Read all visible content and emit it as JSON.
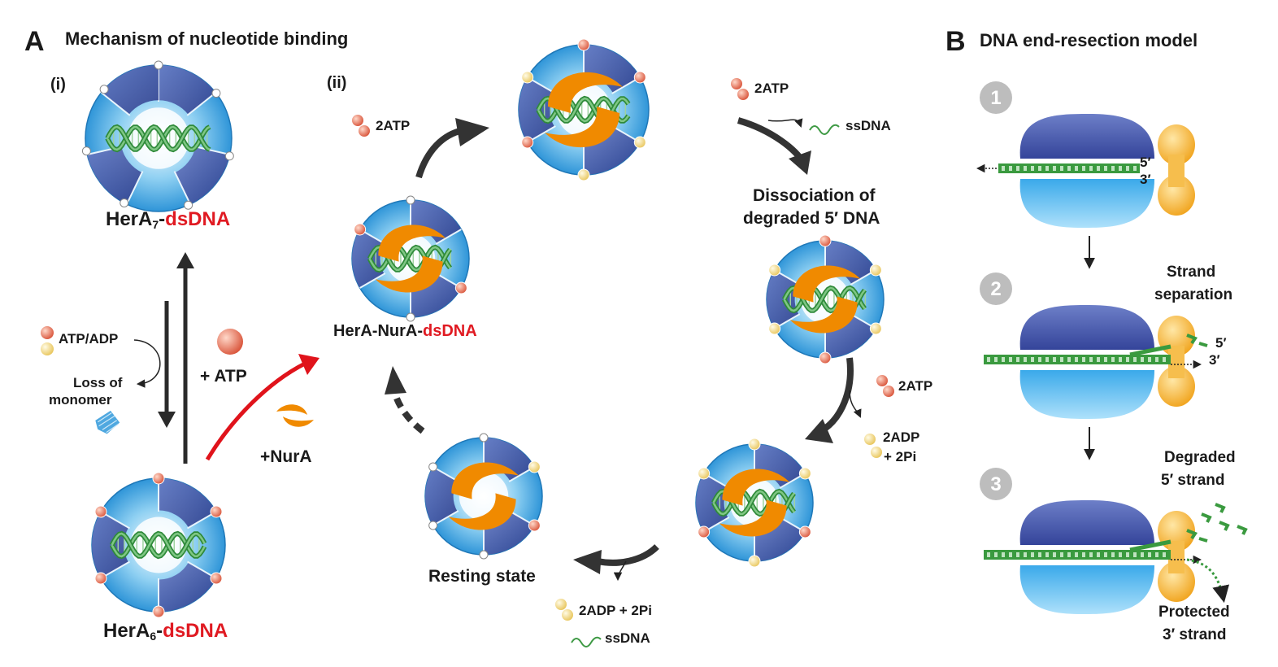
{
  "panel_a": {
    "letter": "A",
    "title": "Mechanism of nucleotide binding",
    "sub_i": "(i)",
    "sub_ii": "(ii)"
  },
  "panel_b": {
    "letter": "B",
    "title": "DNA end-resection model",
    "steps": [
      "1",
      "2",
      "3"
    ],
    "labels": {
      "p5": "5′",
      "p3": "3′",
      "strand_sep_1": "Strand",
      "strand_sep_2": "separation",
      "degraded_1": "Degraded",
      "degraded_2": "5′ strand",
      "protected_1": "Protected",
      "protected_2": "3′ strand"
    }
  },
  "labels": {
    "hera7_prefix": "HerA",
    "hera7_sub": "7",
    "hera7_sep": "-",
    "hera7_dna": "dsDNA",
    "hera6_prefix": "HerA",
    "hera6_sub": "6",
    "hera6_sep": "-",
    "hera6_dna": "dsDNA",
    "complex_prefix": "HerA-NurA-",
    "complex_dna": "dsDNA",
    "atp_adp": "ATP/ADP",
    "loss_1": "Loss of",
    "loss_2": "monomer",
    "plus_atp": "+ ATP",
    "plus_nura": "+NurA",
    "two_atp_a": "2ATP",
    "two_atp_b": "2ATP",
    "two_atp_c": "2ATP",
    "ssdna_1": "ssDNA",
    "ssdna_2": "ssDNA",
    "dissoc_1": "Dissociation of",
    "dissoc_2": "degraded 5′ DNA",
    "two_adp_1": "2ADP",
    "two_pi_1": "+ 2Pi",
    "two_adp_pi": "2ADP + 2Pi",
    "resting": "Resting state"
  },
  "colors": {
    "ring_light": "#4fb3e8",
    "ring_dark": "#3e4f9e",
    "nura_orange": "#f08a00",
    "dna_green": "#3f9a45",
    "atp_red": "#e8735a",
    "adp_yellow": "#f3d98a",
    "text_red": "#e01a22",
    "step_gray": "#bdbdbd"
  }
}
